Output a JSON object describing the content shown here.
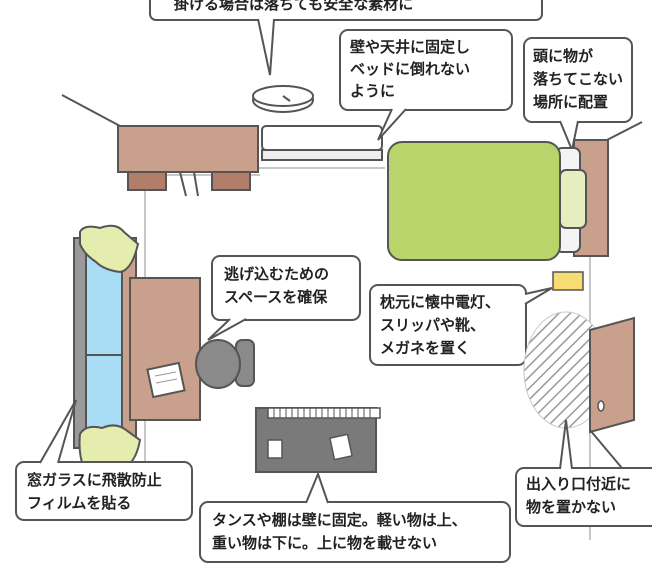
{
  "callouts": {
    "top_cut": "掛ける場合は落ちても安全な素材に",
    "wall_ceiling_line1": "壁や天井に固定し",
    "wall_ceiling_line2": "ベッドに倒れない",
    "wall_ceiling_line3": "ように",
    "head_line1": "頭に物が",
    "head_line2": "落ちてこない",
    "head_line3": "場所に配置",
    "escape_line1": "逃げ込むための",
    "escape_line2": "スペースを確保",
    "pillow_line1": "枕元に懐中電灯、",
    "pillow_line2": "スリッパや靴、",
    "pillow_line3": "メガネを置く",
    "window_line1": "窓ガラスに飛散防止",
    "window_line2": "フィルムを貼る",
    "door_line1": "出入り口付近に",
    "door_line2": "物を置かない",
    "dresser_line1": "タンスや棚は壁に固定。軽い物は上、",
    "dresser_line2": "重い物は下に。上に物を載せない"
  },
  "colors": {
    "wall_line": "#c8c8c8",
    "bubble_border": "#555555",
    "bed_green": "#b8d46a",
    "pillow": "#e6eec0",
    "wood": "#c9a08c",
    "wood_dark": "#b27e69",
    "glass": "#a9dcf5",
    "curtain": "#e4ecae",
    "dresser": "#7a7a7a",
    "flashlight": "#f6dc73",
    "chair": "#8a8a8a"
  }
}
